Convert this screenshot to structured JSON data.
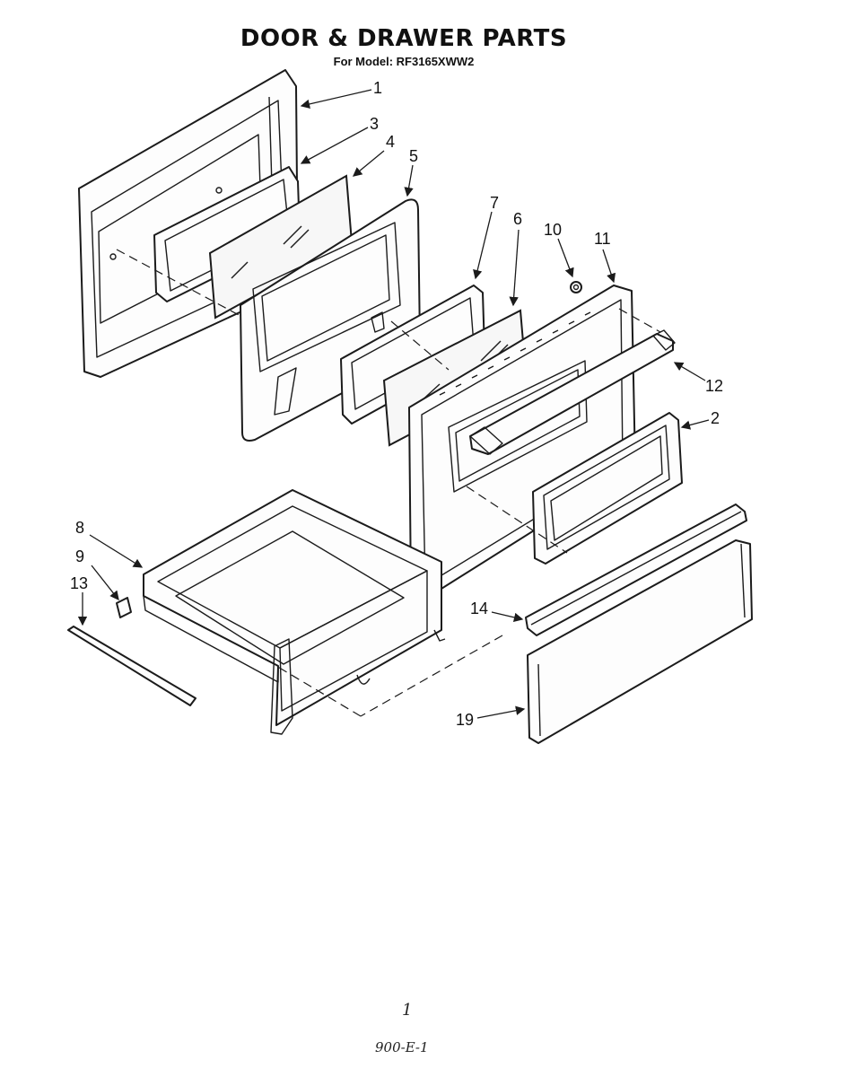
{
  "title": "DOOR & DRAWER PARTS",
  "model_line": "For Model: RF3165XWW2",
  "page_number": "1",
  "page_code": "900-E-1",
  "callouts": [
    "1",
    "3",
    "4",
    "5",
    "7",
    "6",
    "10",
    "11",
    "12",
    "2",
    "8",
    "9",
    "13",
    "14",
    "19"
  ]
}
